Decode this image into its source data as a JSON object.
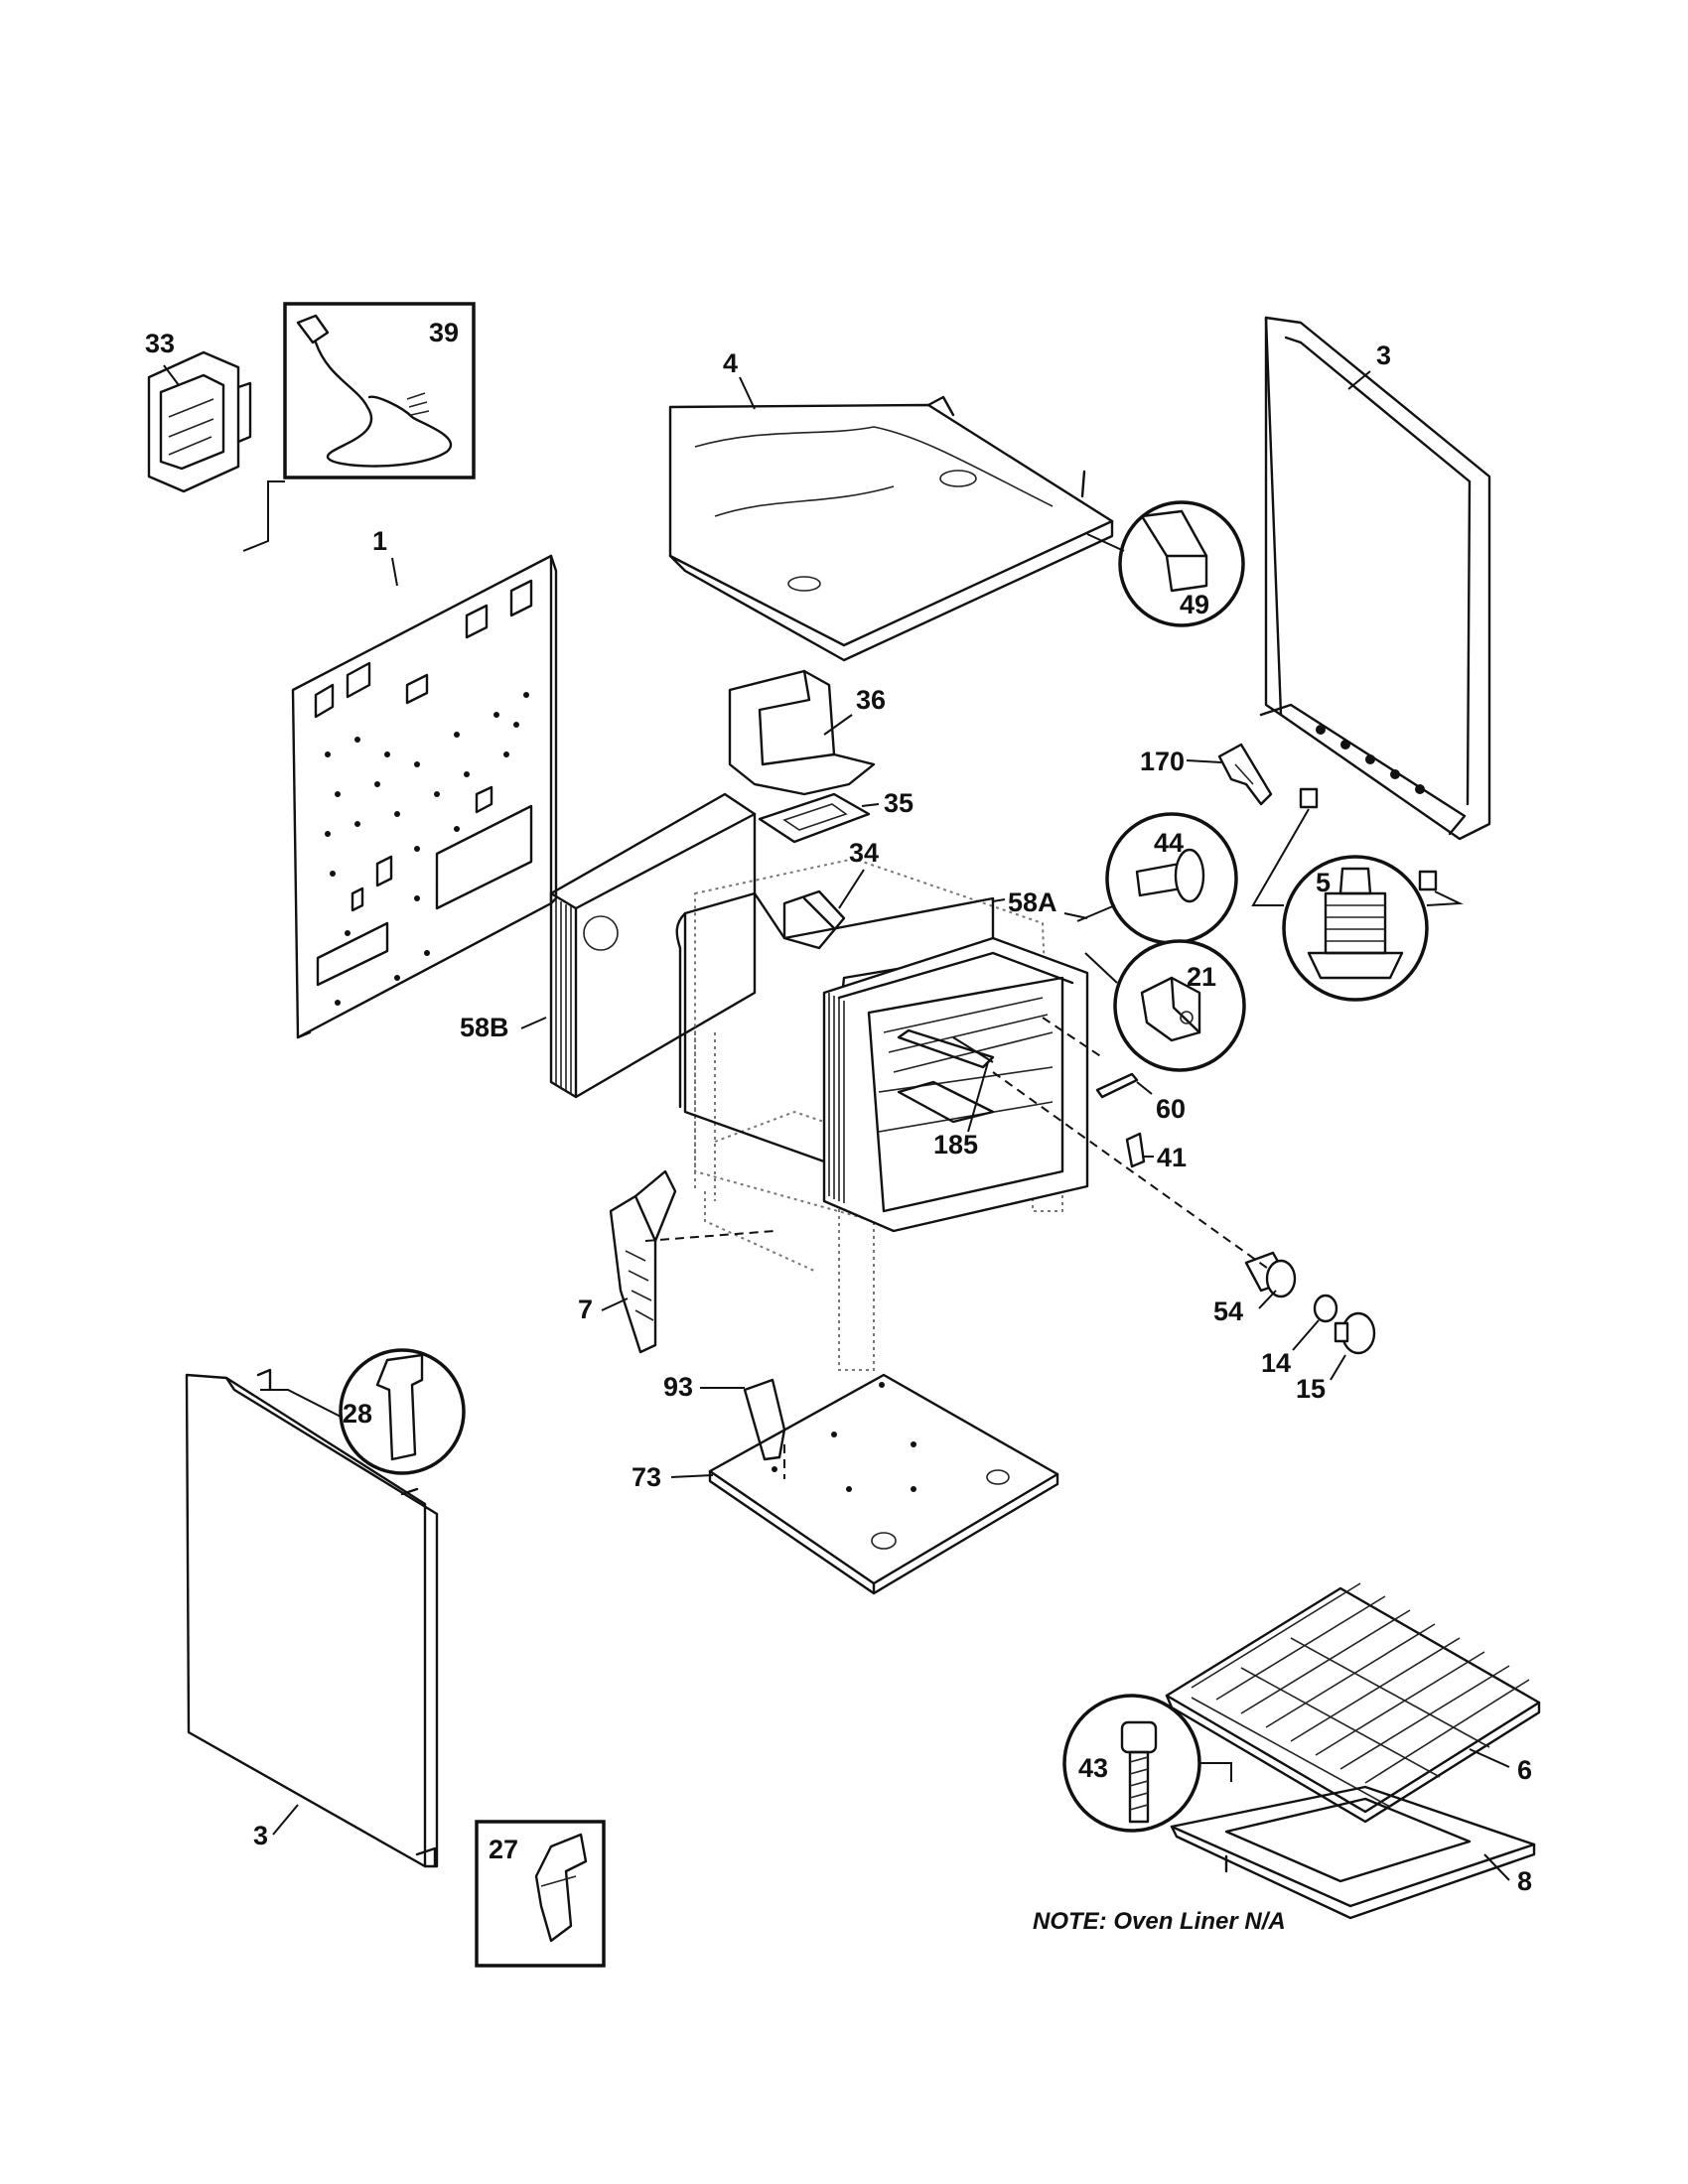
{
  "parts": {
    "p39": "39",
    "p33": "33",
    "p1": "1",
    "p4": "4",
    "p49": "49",
    "p3_right": "3",
    "p36": "36",
    "p35": "35",
    "p34": "34",
    "p58A": "58A",
    "p44": "44",
    "p170": "170",
    "p5": "5",
    "p21": "21",
    "p58B": "58B",
    "p60": "60",
    "p185": "185",
    "p41": "41",
    "p7": "7",
    "p54": "54",
    "p14": "14",
    "p15": "15",
    "p28": "28",
    "p93": "93",
    "p73": "73",
    "p43": "43",
    "p6": "6",
    "p3_left": "3",
    "p27": "27",
    "p8": "8"
  },
  "note": "NOTE: Oven Liner N/A"
}
